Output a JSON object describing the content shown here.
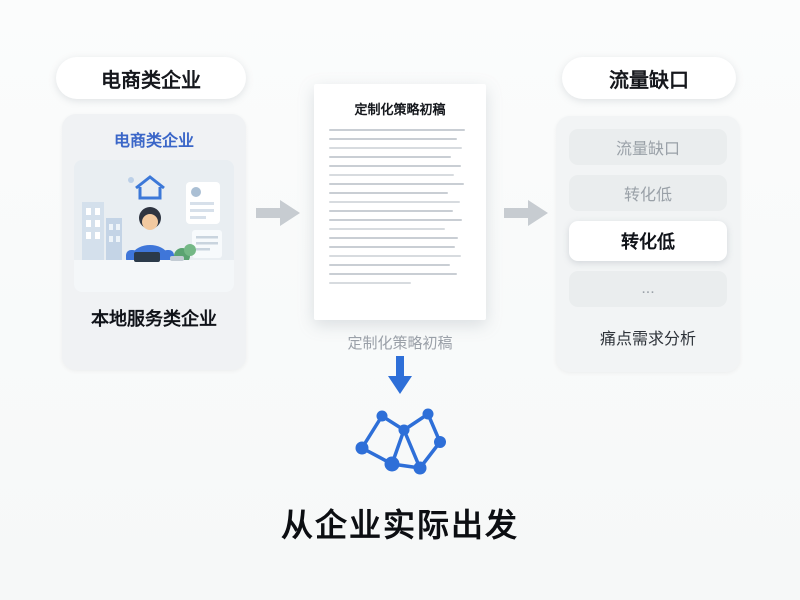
{
  "left": {
    "pill_label": "电商类企业",
    "card_title": "电商类企业",
    "illustration_name": "office-worker-at-desk-illustration",
    "card_caption": "本地服务类企业"
  },
  "center": {
    "doc_title": "定制化策略初稿",
    "doc_caption": "定制化策略初稿",
    "network_icon_name": "network-graph-icon",
    "headline": "从企业实际出发"
  },
  "right": {
    "pill_label": "流量缺口",
    "items": [
      {
        "label": "流量缺口",
        "highlight": false
      },
      {
        "label": "转化低",
        "highlight": false
      },
      {
        "label": "转化低",
        "highlight": true
      },
      {
        "label": "...",
        "highlight": false
      }
    ],
    "card_caption": "痛点需求分析"
  },
  "colors": {
    "accent_blue": "#2e6fd8",
    "arrow_gray": "#c7ccd1",
    "title_blue": "#3a66c8",
    "card_gray": "#f0f2f4"
  }
}
